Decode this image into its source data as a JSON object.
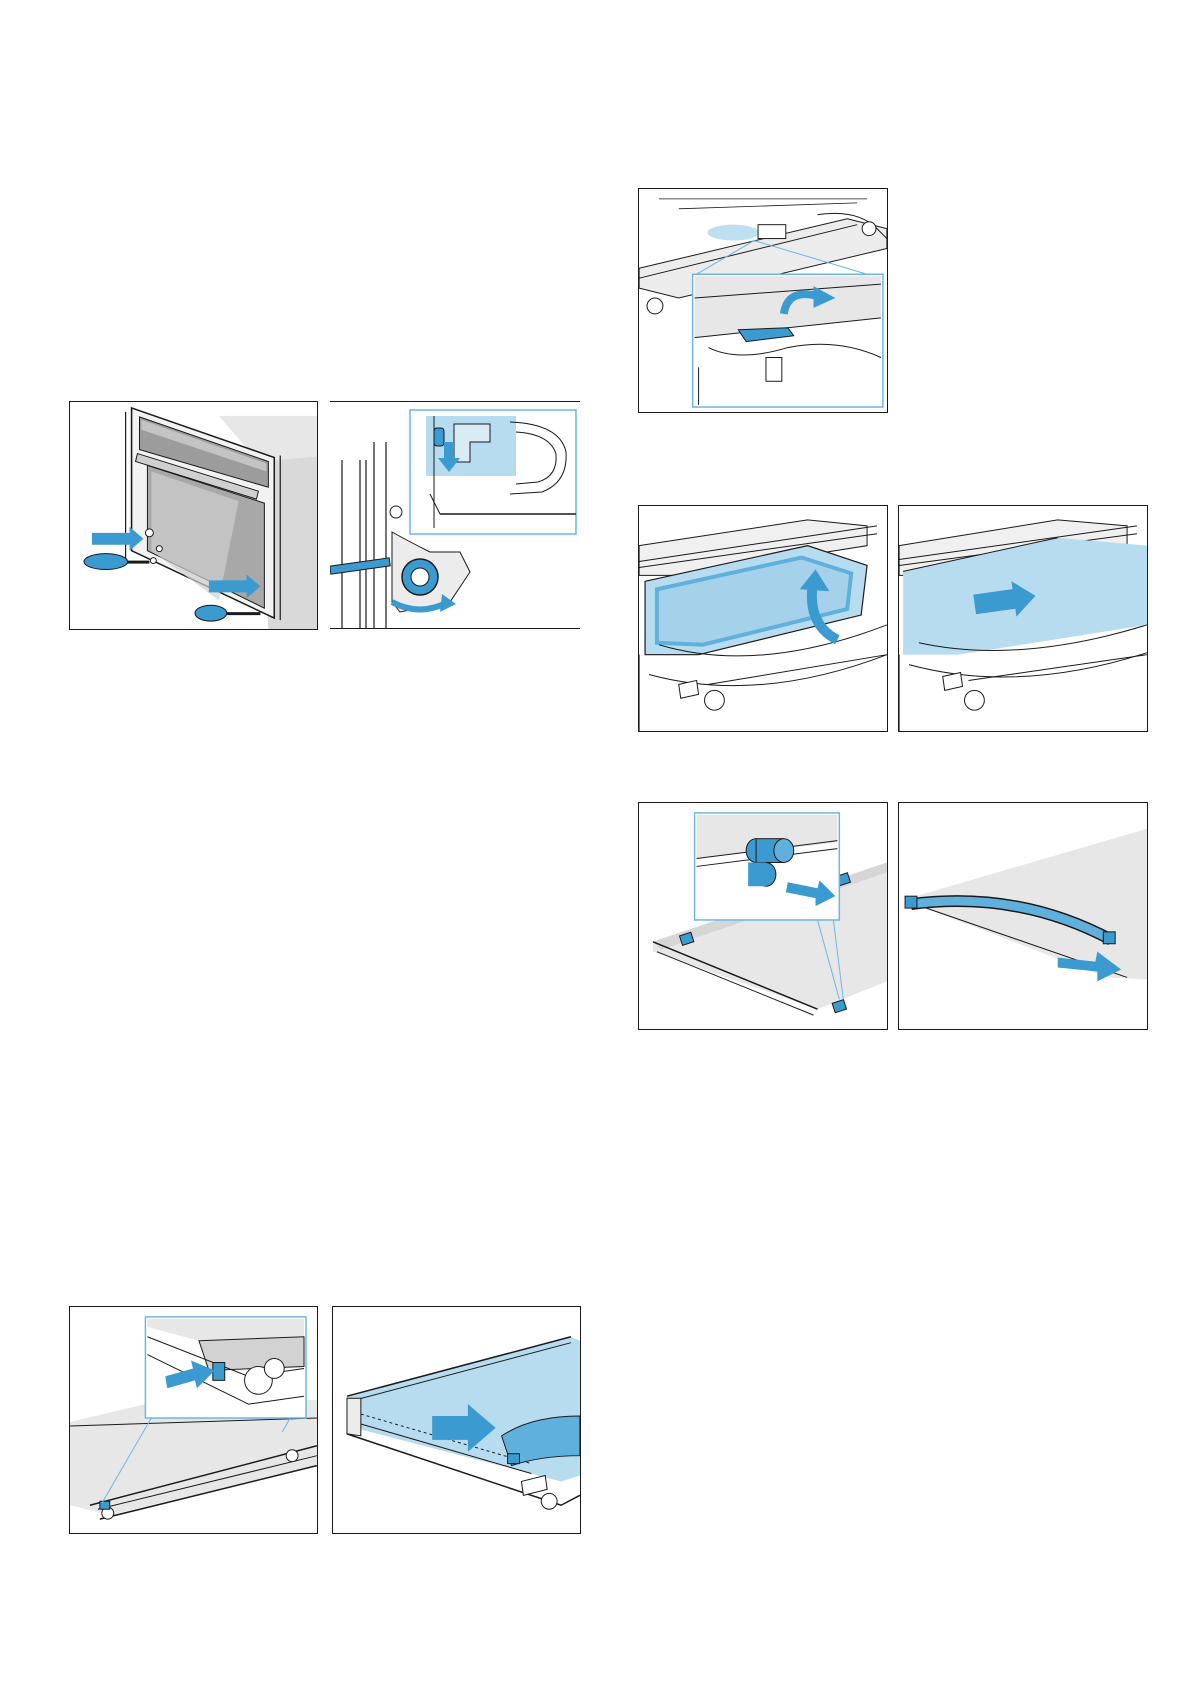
{
  "page": {
    "background": "#ffffff"
  },
  "palette": {
    "accent_blue": "#3b9ad0",
    "light_blue": "#b7dcef",
    "mid_blue": "#5fb0dc",
    "line": "#1a1a1a",
    "grey_light": "#e7e7e7",
    "grey_mid": "#c9c9c9",
    "grey_dark": "#8e8e8e"
  },
  "figures": [
    {
      "id": "oven-screwdriver",
      "description_icon": "oven-door-unscrew-illustration"
    },
    {
      "id": "hinge-lever",
      "description_icon": "door-hinge-lever-illustration"
    },
    {
      "id": "door-clip-release",
      "description_icon": "door-clip-release-illustration"
    },
    {
      "id": "glass-lift",
      "description_icon": "glass-pane-lift-illustration"
    },
    {
      "id": "glass-slide",
      "description_icon": "glass-pane-slide-illustration"
    },
    {
      "id": "clip-remove",
      "description_icon": "pane-clip-remove-illustration"
    },
    {
      "id": "seal-remove",
      "description_icon": "seal-strip-remove-illustration"
    },
    {
      "id": "clip-insert",
      "description_icon": "clip-insert-illustration"
    },
    {
      "id": "pane-insert",
      "description_icon": "pane-insert-illustration"
    }
  ]
}
